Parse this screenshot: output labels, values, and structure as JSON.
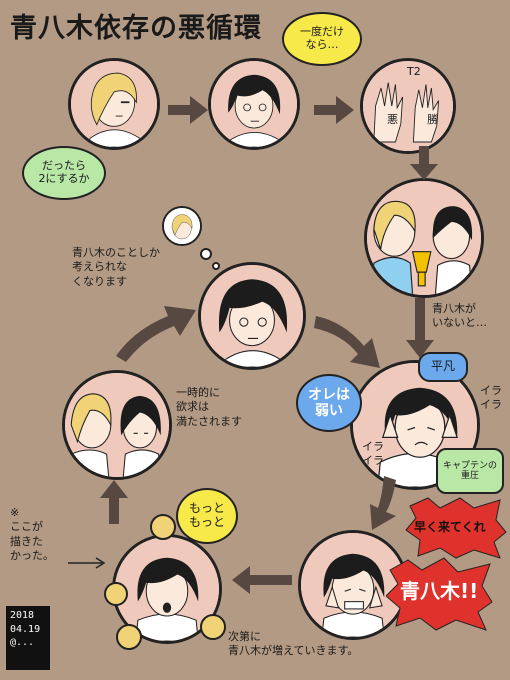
{
  "title": "青八木依存の悪循環",
  "bubbles": {
    "ichido": "一度だけ\nなら…",
    "dattara": "だったら\n2にするか",
    "motto": "もっと\nもっと",
    "oreha": "オレは\n弱い",
    "heibon": "平凡",
    "captain": "キャプテンの\n重圧"
  },
  "labels": {
    "t2": "T2",
    "hand_left": "悪",
    "hand_right": "勝",
    "aoyagi_ga_inai": "青八木が\nいないと…",
    "irairaA": "イラ\nイラ",
    "irairaB": "イラ\nイラ",
    "kangaerarenai": "青八木のことしか\n考えられな\nくなります",
    "ichijiteki": "一時的に\n欲求は\n満たされます",
    "kokoga": "※\nここが\n描きた\nかった。",
    "shidaini": "次第に\n青八木が増えていきます。",
    "hayaku": "早く来てくれ",
    "aoyagi": "青八木!!"
  },
  "stamp": "2018\n04.19\n@...",
  "colors": {
    "background": "#b39a84",
    "skin_circle": "#f0c9bd",
    "arrow": "#574841",
    "bubble_yellow": "#f7e94a",
    "bubble_green": "#b8e7a6",
    "bubble_blue": "#6ba8ec",
    "bubble_pink": "#f7c3c8",
    "red_burst": "#e0322c"
  }
}
